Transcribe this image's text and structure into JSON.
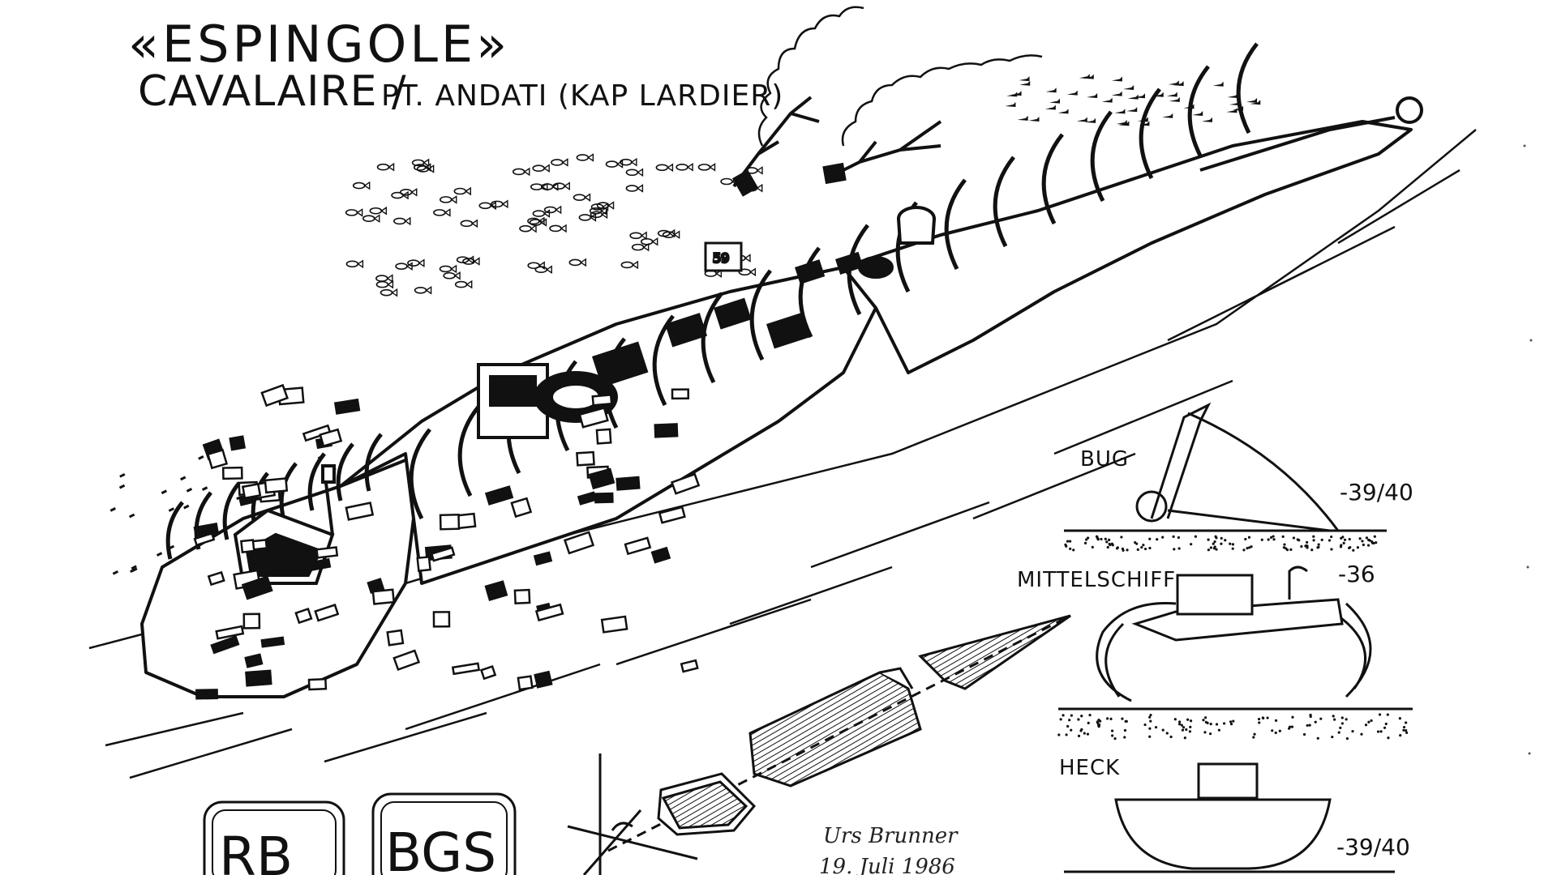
{
  "title": "«ESPINGOLE»",
  "subtitle": {
    "main": "CAVALAIRE /",
    "detail": "PT. ANDATI (KAP LARDIER)"
  },
  "sections": [
    {
      "label": "BUG",
      "depth": "-39/40"
    },
    {
      "label": "MITTELSCHIFF",
      "depth": "-36"
    },
    {
      "label": "HECK",
      "depth": "-39/40"
    }
  ],
  "boxes": [
    "RB",
    "BGS"
  ],
  "signature": {
    "name": "Urs Brunner",
    "date": "19. Juli 1986"
  },
  "hull_number": "59"
}
